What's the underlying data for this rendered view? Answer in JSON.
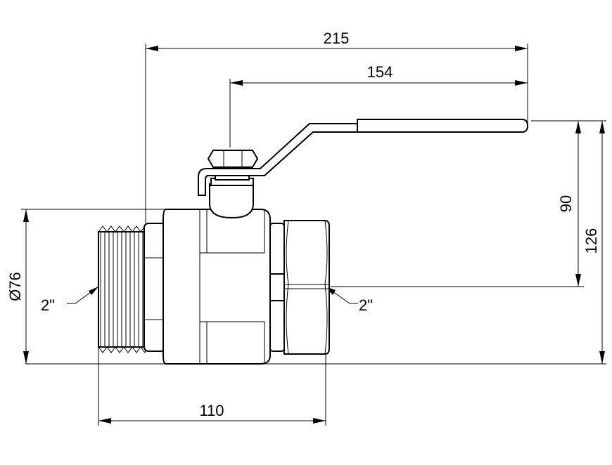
{
  "dimensions": {
    "overall_length": "215",
    "handle_length": "154",
    "height_to_axis": "90",
    "total_height": "126",
    "diameter": "Ø76",
    "body_length": "110",
    "thread_left": "2\"",
    "thread_right": "2\""
  }
}
